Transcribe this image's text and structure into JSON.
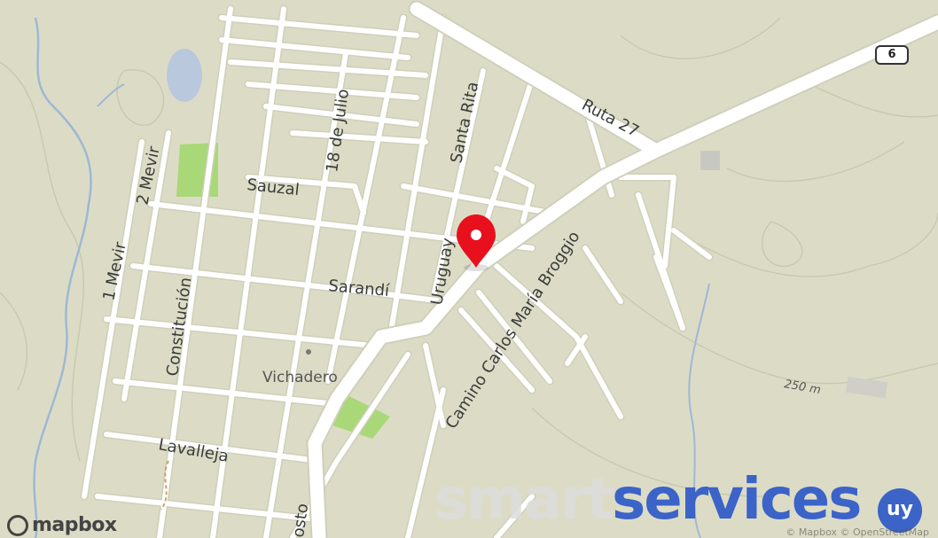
{
  "map": {
    "street_labels": {
      "ruta27": "Ruta 27",
      "santa_rita": "Santa Rita",
      "dieciocho_julio": "18 de Julio",
      "sauzal": "Sauzal",
      "dos_mevir": "2 Mevir",
      "uno_mevir": "1 Mevir",
      "uruguay": "Uruguay",
      "sarandi": "Sarandí",
      "constitucion": "Constitución",
      "camino_broggio": "Camino Carlos María Broggio",
      "lavalleja": "Lavalleja",
      "gosto": "osto"
    },
    "town_label": "Vichadero",
    "contour_label": "250 m",
    "route_shield": "6",
    "marker_icon": "location-pin-icon",
    "marker_color": "#e8101d",
    "park_color": "#a9d878",
    "water_color": "#b9c8dc"
  },
  "branding": {
    "mapbox_text": "mapbox",
    "watermark_smart": "smart",
    "watermark_services": "services",
    "watermark_badge": "uy",
    "brand_color": "#3b63c8",
    "attribution": "© Mapbox © OpenStreetMap"
  }
}
